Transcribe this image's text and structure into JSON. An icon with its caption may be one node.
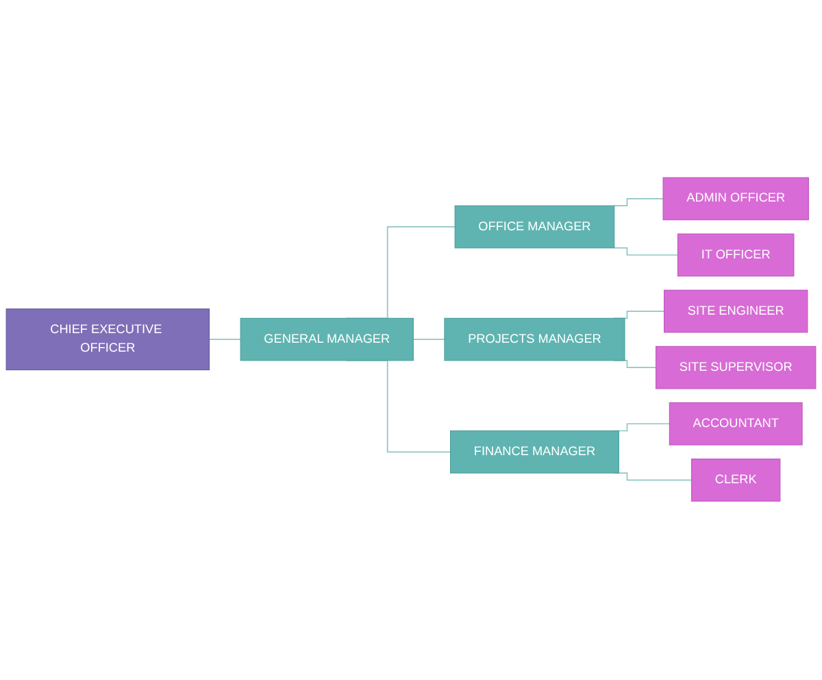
{
  "diagram": {
    "nodes": [
      {
        "text": [
          "CHIEF EXECUTIVE OFFICER"
        ]
      },
      {
        "text": [
          "GENERAL MANAGER"
        ]
      },
      {
        "text": [
          "OFFICE MANAGER"
        ]
      },
      {
        "text": [
          "PROJECTS MANAGER"
        ]
      },
      {
        "text": [
          "FINANCE MANAGER"
        ]
      },
      {
        "text": [
          "ADMIN OFFICER"
        ]
      },
      {
        "text": [
          "IT OFFICER"
        ]
      },
      {
        "text": [
          "SITE ENGINEER"
        ]
      },
      {
        "text": [
          "SITE SUPERVISOR"
        ]
      },
      {
        "text": [
          "ACCOUNTANT"
        ]
      },
      {
        "text": [
          "CLERK"
        ]
      }
    ],
    "edges": [
      {
        "from": 0,
        "to": 1,
        "arrow": "none"
      },
      {
        "from": 1,
        "to": 2,
        "arrow": "none"
      },
      {
        "from": 1,
        "to": 3,
        "arrow": "none"
      },
      {
        "from": 1,
        "to": 4,
        "arrow": "none"
      },
      {
        "from": 2,
        "to": 5,
        "arrow": "none"
      },
      {
        "from": 2,
        "to": 6,
        "arrow": "none"
      },
      {
        "from": 3,
        "to": 7,
        "arrow": "none"
      },
      {
        "from": 3,
        "to": 8,
        "arrow": "none"
      },
      {
        "from": 4,
        "to": 9,
        "arrow": "none"
      },
      {
        "from": 4,
        "to": 10,
        "arrow": "none"
      }
    ]
  }
}
